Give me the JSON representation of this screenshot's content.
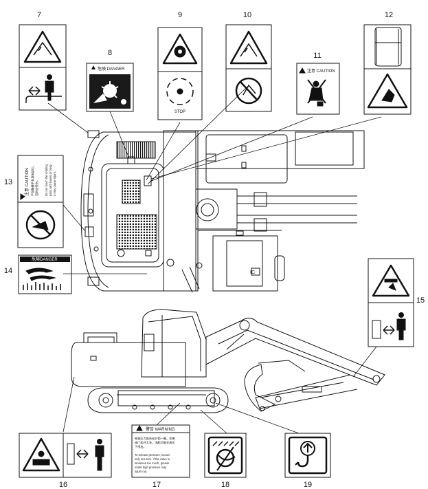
{
  "numbers": {
    "n7": "7",
    "n8": "8",
    "n9": "9",
    "n10": "10",
    "n11": "11",
    "n12": "12",
    "n13": "13",
    "n14": "14",
    "n15": "15",
    "n16": "16",
    "n17": "17",
    "n18": "18",
    "n19": "19"
  },
  "labels": {
    "danger8": "危険 DANGER",
    "stop9": "STOP",
    "caution11": "注意 CAUTION",
    "caution13": "注意 CAUTION",
    "danger14": "危険DANGER",
    "warning17": "警告 WARNING",
    "ic": "IC"
  },
  "label13_text": {
    "cn1": "严禁触摸手和身体部位。",
    "cn2": "否则会受伤。",
    "en1": "Do not touch the rotating",
    "en2": "parts with hands or body.",
    "en3": "It may cause injury."
  },
  "label17_text": {
    "cn1": "释放压力前先松开锁一圈。如果",
    "cn2": "阀门松开太多，油脂可能在高压",
    "cn3": "下喷出。",
    "en1": "To release pressure, loosen",
    "en2": "only one turn. If the valve is",
    "en3": "loosened too much, grease",
    "en4": "under high pressure may",
    "en5": "squirt out."
  },
  "colors": {
    "line": "#111111",
    "panel": "#222222",
    "fill_dark": "#1a1a1a",
    "bg": "#ffffff"
  }
}
